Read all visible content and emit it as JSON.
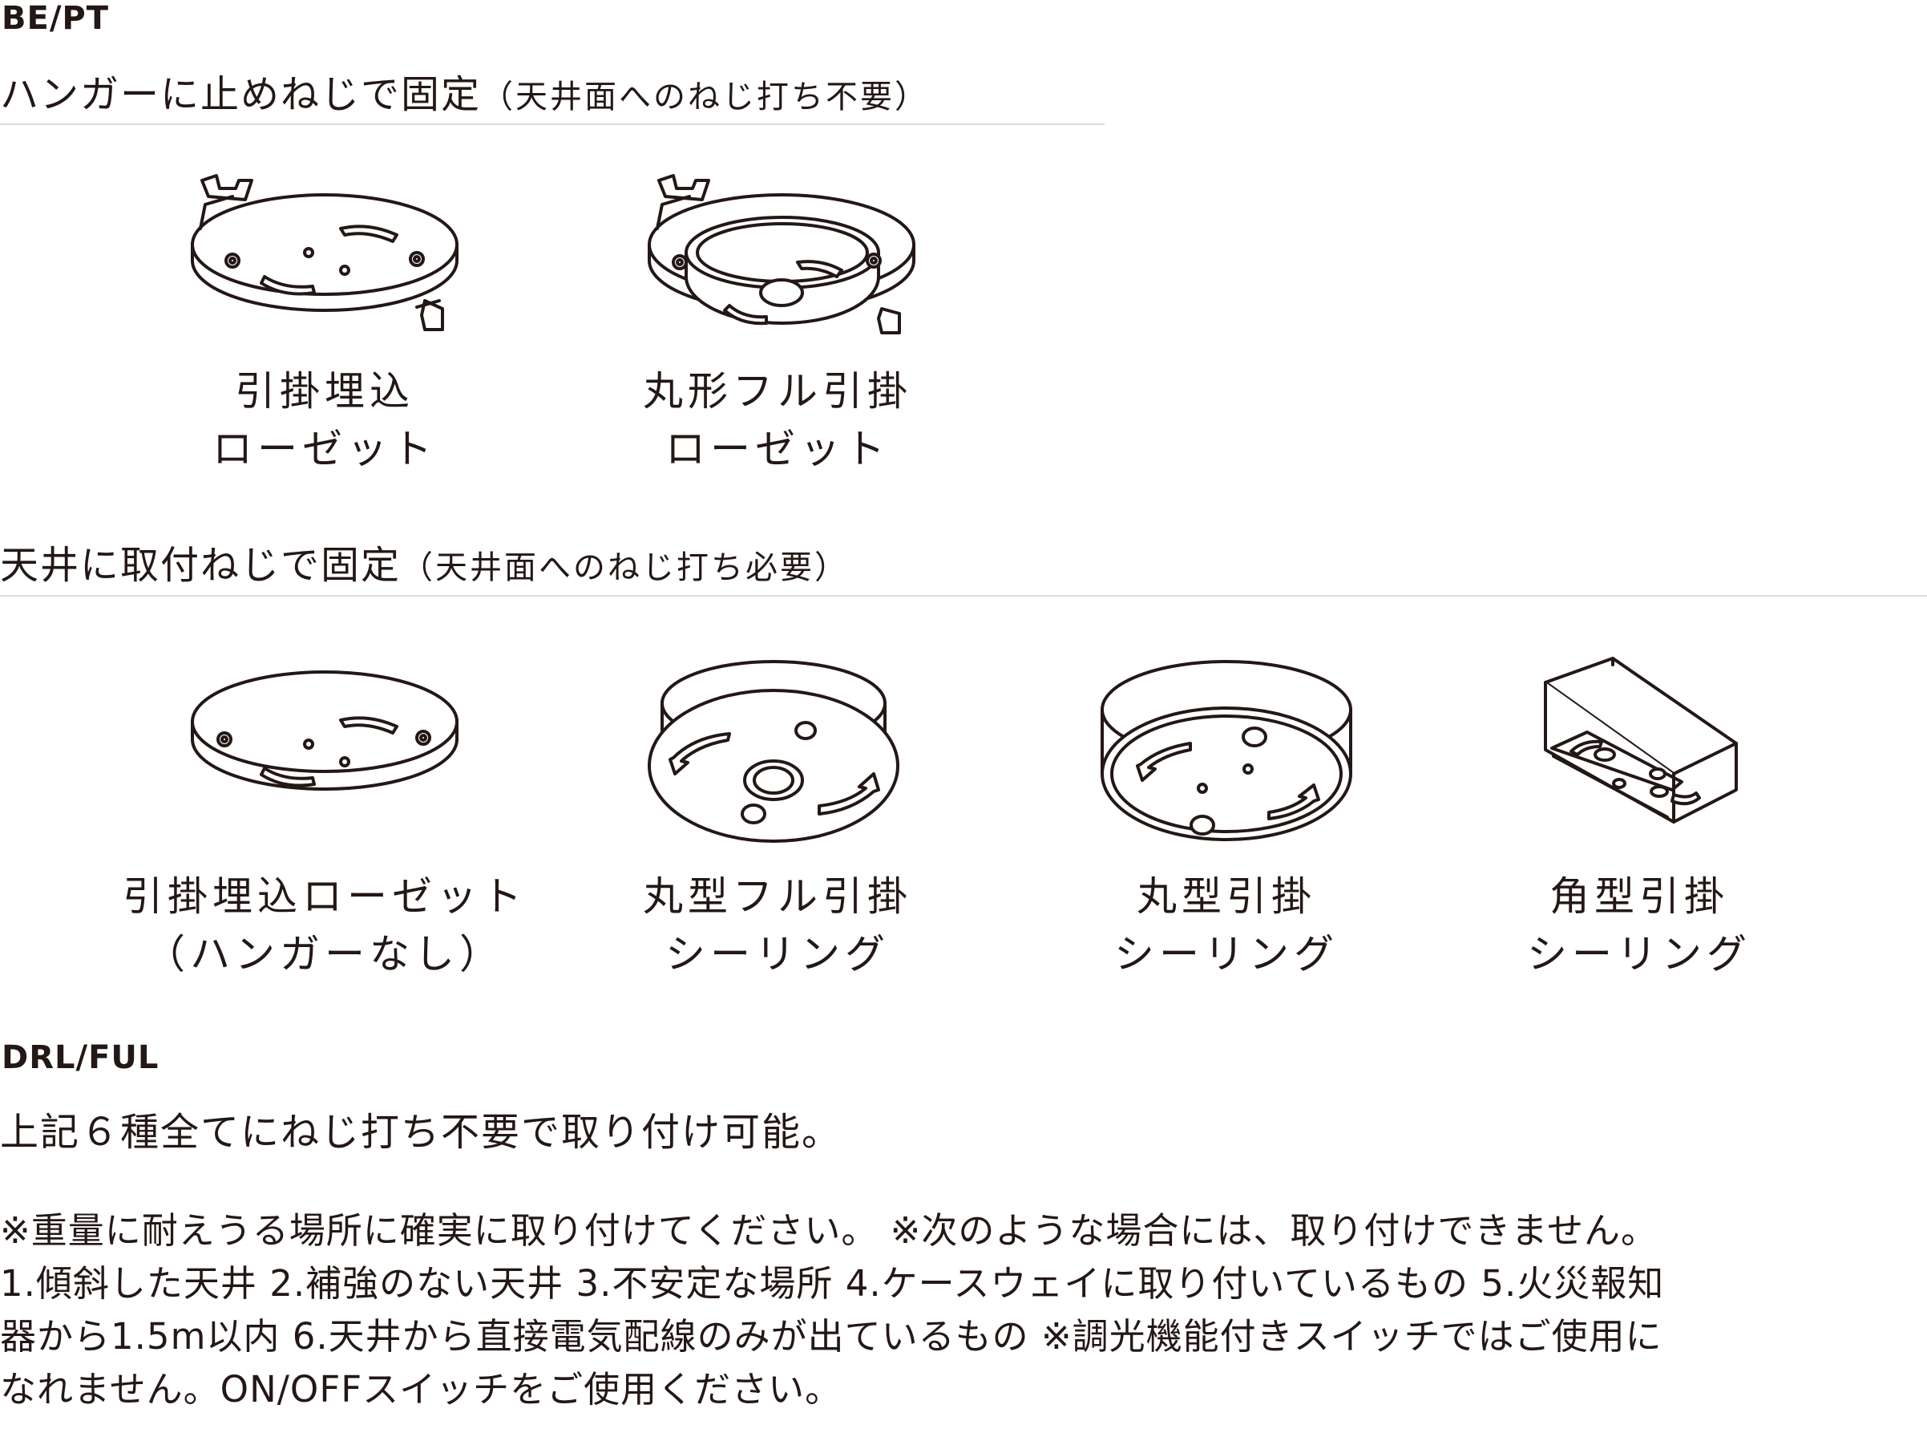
{
  "section_be": {
    "code": "BE/PT",
    "heading_main": "ハンガーに止めねじで固定",
    "heading_paren": "（天井面へのねじ打ち不要）"
  },
  "section_ceiling": {
    "heading_main": "天井に取付ねじで固定",
    "heading_paren": "（天井面へのねじ打ち必要）"
  },
  "fixtures_hanger": [
    {
      "line1": "引掛埋込",
      "line2": "ローゼット"
    },
    {
      "line1": "丸形フル引掛",
      "line2": "ローゼット"
    }
  ],
  "fixtures_ceiling": [
    {
      "line1": "引掛埋込ローゼット",
      "line2": "（ハンガーなし）"
    },
    {
      "line1": "丸型フル引掛",
      "line2": "シーリング"
    },
    {
      "line1": "丸型引掛",
      "line2": "シーリング"
    },
    {
      "line1": "角型引掛",
      "line2": "シーリング"
    }
  ],
  "section_drl": {
    "code": "DRL/FUL",
    "text": "上記６種全てにねじ打ち不要で取り付け可能。"
  },
  "notes": [
    "※重量に耐えうる場所に確実に取り付けてください。 ※次のような場合には、取り付けできません。",
    "1.傾斜した天井  2.補強のない天井  3.不安定な場所  4.ケースウェイに取り付いているもの  5.火災報知",
    "器から1.5m以内   6.天井から直接電気配線のみが出ているもの   ※調光機能付きスイッチではご使用に",
    "なれません。ON/OFFスイッチをご使用ください。"
  ],
  "colors": {
    "text": "#231815",
    "rule": "#dcdcdc",
    "background": "#ffffff"
  }
}
